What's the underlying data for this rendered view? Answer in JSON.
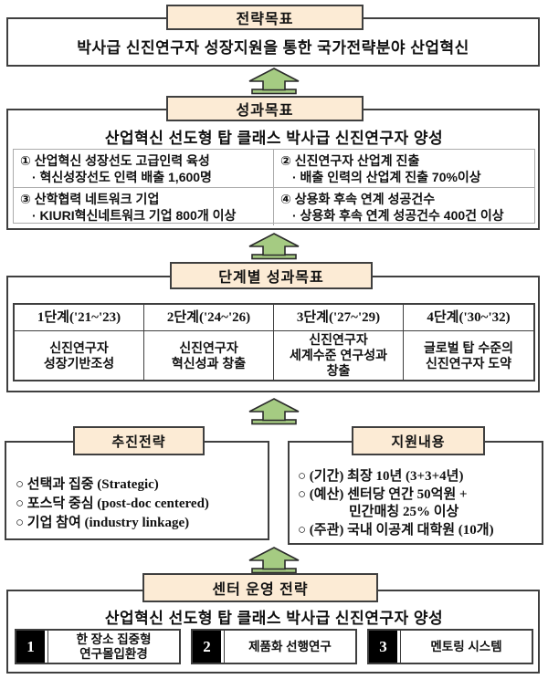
{
  "colors": {
    "header_fill": "#fcebd5",
    "line_dark": "#3f3f3f",
    "table_light": "#ababab",
    "arrow_fill": "#a5cb82",
    "arrow_stroke": "#2b2b2b",
    "number_bg": "#000000",
    "number_fg": "#ffffff"
  },
  "strategy_goal": {
    "header": "전략목표",
    "statement": "박사급 신진연구자 성장지원을 통한 국가전략분야 산업혁신"
  },
  "performance_goal": {
    "header": "성과목표",
    "title": "산업혁신 선도형 탑 클래스 박사급 신진연구자 양성",
    "items": [
      {
        "label": "① 산업혁신 성장선도 고급인력 육성",
        "detail": "· 혁신성장선도 인력 배출 1,600명"
      },
      {
        "label": "② 신진연구자 산업계 진출",
        "detail": "· 배출 인력의 산업계 진출 70%이상"
      },
      {
        "label": "③ 산학협력 네트워크 기업",
        "detail": "· KIURI혁신네트워크 기업 800개 이상"
      },
      {
        "label": "④ 상용화 후속 연계 성공건수",
        "detail": "· 상용화 후속 연계 성공건수 400건 이상"
      }
    ]
  },
  "stage_goals": {
    "header": "단계별 성과목표",
    "stages": [
      {
        "period": "1단계('21~'23)",
        "goal_lines": [
          "신진연구자",
          "성장기반조성"
        ]
      },
      {
        "period": "2단계('24~'26)",
        "goal_lines": [
          "신진연구자",
          "혁신성과 창출"
        ]
      },
      {
        "period": "3단계('27~'29)",
        "goal_lines": [
          "신진연구자",
          "세계수준 연구성과",
          "창출"
        ]
      },
      {
        "period": "4단계('30~'32)",
        "goal_lines": [
          "글로벌 탑 수준의",
          "신진연구자 도약"
        ]
      }
    ]
  },
  "push_strategy": {
    "header": "추진전략",
    "items": [
      "○ 선택과 집중 (Strategic)",
      "○ 포스닥 중심 (post-doc centered)",
      "○ 기업 참여 (industry linkage)"
    ]
  },
  "support": {
    "header": "지원내용",
    "lines": [
      "○ (기간) 최장 10년 (3+3+4년)",
      "○ (예산) 센터당 연간 50억원 +",
      "민간매칭 25% 이상",
      "○ (주관) 국내 이공계 대학원 (10개)"
    ]
  },
  "center_strategy": {
    "header": "센터 운영 전략",
    "title": "산업혁신 선도형 탑 클래스 박사급 신진연구자 양성",
    "items": [
      {
        "no": "1",
        "lines": [
          "한 장소 집중형",
          "연구몰입환경"
        ]
      },
      {
        "no": "2",
        "lines": [
          "제품화 선행연구"
        ]
      },
      {
        "no": "3",
        "lines": [
          "멘토링 시스템"
        ]
      }
    ]
  }
}
